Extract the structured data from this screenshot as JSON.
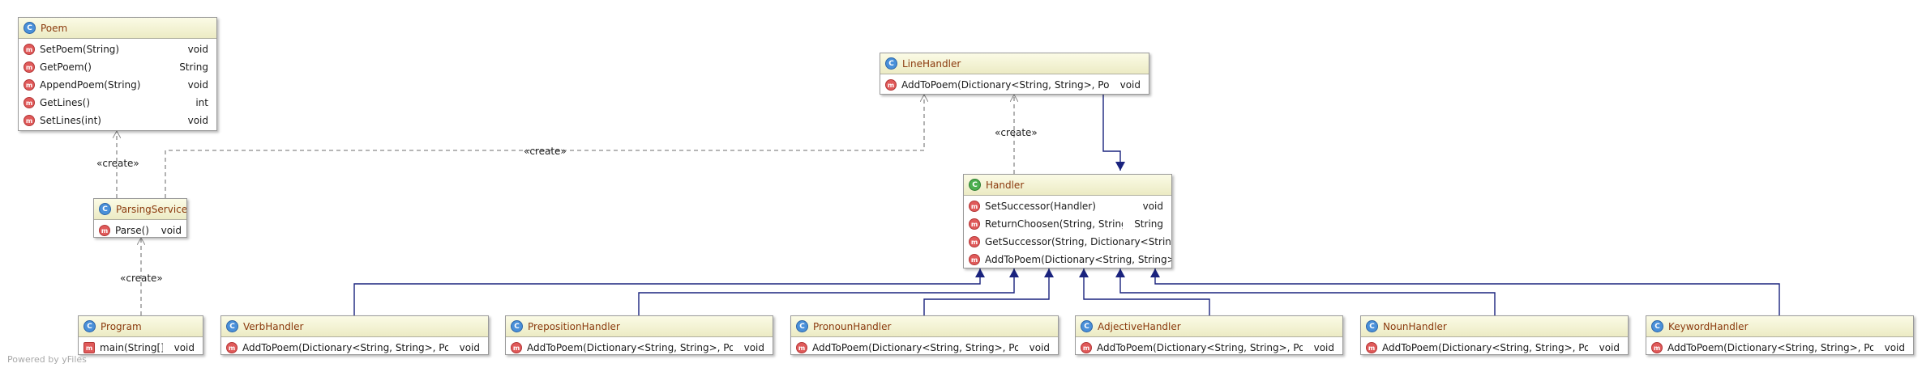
{
  "diagram": {
    "watermark": "Powered by yFiles",
    "create_label": "«create»",
    "colors": {
      "header_gradient_top": "#fbfbe6",
      "header_gradient_bottom": "#ecebc4",
      "class_name": "#8b3a0e",
      "inheritance_edge": "#1a237e",
      "dependency_edge": "#8a8a8a",
      "method_icon": "#e05a5a"
    },
    "classes": {
      "poem": {
        "name": "Poem",
        "icon": "class-icon",
        "methods": [
          {
            "name": "SetPoem(String)",
            "type": "void"
          },
          {
            "name": "GetPoem()",
            "type": "String"
          },
          {
            "name": "AppendPoem(String)",
            "type": "void"
          },
          {
            "name": "GetLines()",
            "type": "int"
          },
          {
            "name": "SetLines(int)",
            "type": "void"
          }
        ]
      },
      "line_handler": {
        "name": "LineHandler",
        "icon": "class-icon",
        "methods": [
          {
            "name": "AddToPoem(Dictionary<String, String>, Poem)",
            "type": "void"
          }
        ]
      },
      "handler": {
        "name": "Handler",
        "icon": "class-icon",
        "methods": [
          {
            "name": "SetSuccessor(Handler)",
            "type": "void"
          },
          {
            "name": "ReturnChoosen(String, String)",
            "type": "String"
          },
          {
            "name": "GetSuccessor(String, Dictionary<String, Han",
            "type": ""
          },
          {
            "name": "AddToPoem(Dictionary<String, String>, Poe",
            "type": ""
          }
        ]
      },
      "parsing_service": {
        "name": "ParsingService",
        "icon": "class-icon",
        "methods": [
          {
            "name": "Parse()",
            "type": "void"
          }
        ]
      },
      "program": {
        "name": "Program",
        "icon": "main-class-icon",
        "methods": [
          {
            "name": "main(String[])",
            "type": "void"
          }
        ]
      },
      "verb_handler": {
        "name": "VerbHandler",
        "icon": "class-icon",
        "methods": [
          {
            "name": "AddToPoem(Dictionary<String, String>, Poem)",
            "type": "void"
          }
        ]
      },
      "preposition_handler": {
        "name": "PrepositionHandler",
        "icon": "class-icon",
        "methods": [
          {
            "name": "AddToPoem(Dictionary<String, String>, Poem)",
            "type": "void"
          }
        ]
      },
      "pronoun_handler": {
        "name": "PronounHandler",
        "icon": "class-icon",
        "methods": [
          {
            "name": "AddToPoem(Dictionary<String, String>, Poem)",
            "type": "void"
          }
        ]
      },
      "adjective_handler": {
        "name": "AdjectiveHandler",
        "icon": "class-icon",
        "methods": [
          {
            "name": "AddToPoem(Dictionary<String, String>, Poem)",
            "type": "void"
          }
        ]
      },
      "noun_handler": {
        "name": "NounHandler",
        "icon": "class-icon",
        "methods": [
          {
            "name": "AddToPoem(Dictionary<String, String>, Poem)",
            "type": "void"
          }
        ]
      },
      "keyword_handler": {
        "name": "KeywordHandler",
        "icon": "class-icon",
        "methods": [
          {
            "name": "AddToPoem(Dictionary<String, String>, Poem)",
            "type": "void"
          }
        ]
      }
    }
  }
}
